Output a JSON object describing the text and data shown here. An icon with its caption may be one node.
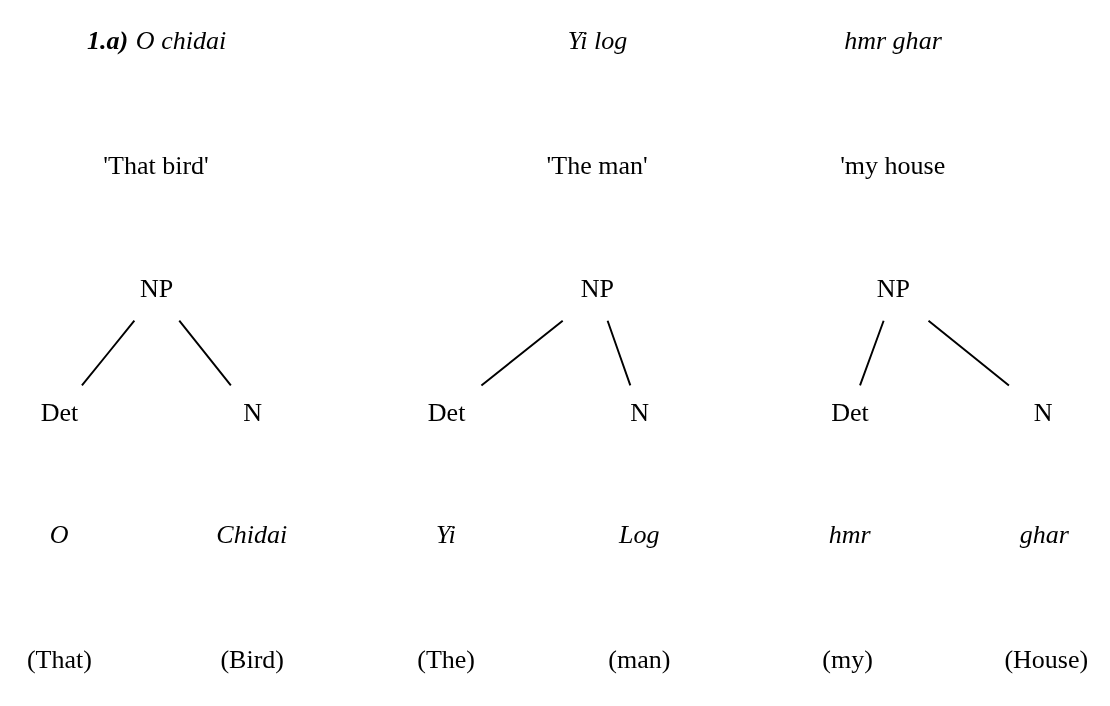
{
  "diagram": {
    "nodes": [
      {
        "text": [
          "NP"
        ]
      },
      {
        "text": [
          "Det"
        ]
      },
      {
        "text": [
          "N"
        ]
      },
      {
        "text": [
          "NP"
        ]
      },
      {
        "text": [
          "Det"
        ]
      },
      {
        "text": [
          "N"
        ]
      },
      {
        "text": [
          "NP"
        ]
      },
      {
        "text": [
          "Det"
        ]
      },
      {
        "text": [
          "N"
        ]
      }
    ],
    "edges": [
      {
        "from": 0,
        "to": 1,
        "arrow": "none"
      },
      {
        "from": 0,
        "to": 2,
        "arrow": "none"
      },
      {
        "from": 3,
        "to": 4,
        "arrow": "none"
      },
      {
        "from": 3,
        "to": 5,
        "arrow": "none"
      },
      {
        "from": 6,
        "to": 7,
        "arrow": "none"
      },
      {
        "from": 6,
        "to": 8,
        "arrow": "none"
      }
    ],
    "labels": [
      "**1.a)** O chidai",
      "Yi log",
      "hmr ghar",
      "'That bird'",
      "'The man'",
      "'my house",
      "O",
      "Chidai",
      "Yi",
      "Log",
      "hmr",
      "ghar",
      "(That)",
      "(Bird)",
      "(The)",
      "(man)",
      "(my)",
      "(House)"
    ]
  }
}
